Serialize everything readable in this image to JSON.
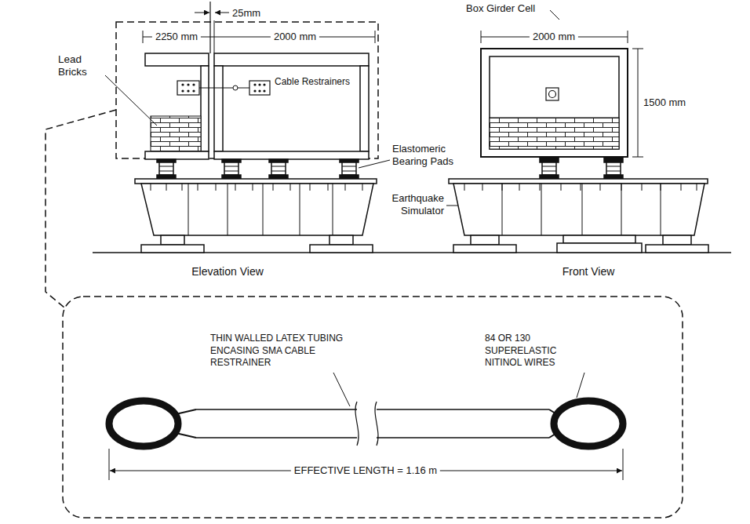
{
  "diagram": {
    "labels": [
      "25mm",
      "2250 mm",
      "2000 mm",
      "Lead Bricks",
      "Cable Restrainers",
      "Elastomeric Bearing Pads",
      "Earthquake Simulator",
      "Elevation View",
      "Box Girder Cell",
      "2000 mm",
      "1500 mm",
      "Front View",
      "THIN WALLED LATEX TUBING ENCASING SMA CABLE RESTRAINER",
      "84 OR 130 SUPERELASTIC NITINOL WIRES",
      "EFFECTIVE LENGTH = 1.16 m"
    ]
  }
}
